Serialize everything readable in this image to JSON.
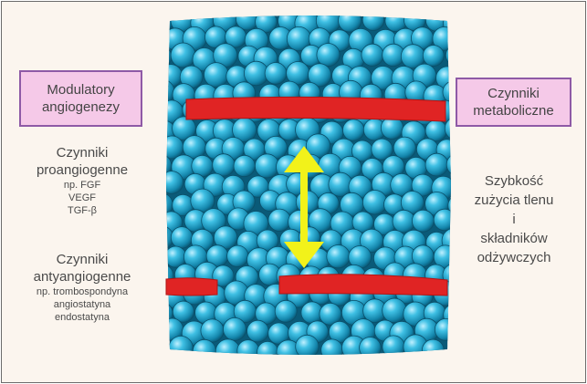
{
  "left_box": [
    "Modulatory",
    "angiogenezy"
  ],
  "right_box": [
    "Czynniki",
    "metaboliczne"
  ],
  "proangiogenic": {
    "heading": [
      "Czynniki",
      "proangiogenne"
    ],
    "items": [
      "np. FGF",
      "VEGF",
      "TGF-β"
    ]
  },
  "antiangiogenic": {
    "heading": [
      "Czynniki",
      "antyangiogenne"
    ],
    "items": [
      "np. trombospondyna",
      "angiostatyna",
      "endostatyna"
    ]
  },
  "metabolic_text": [
    "Szybkość",
    "zużycia tlenu",
    "i",
    "składników",
    "odżywczych"
  ],
  "colors": {
    "cell": "#1fa6cf",
    "vessel": "#e02424",
    "arrow": "#f2f21a",
    "box_fill": "#f5c9e8",
    "box_border": "#8e5aa6"
  }
}
